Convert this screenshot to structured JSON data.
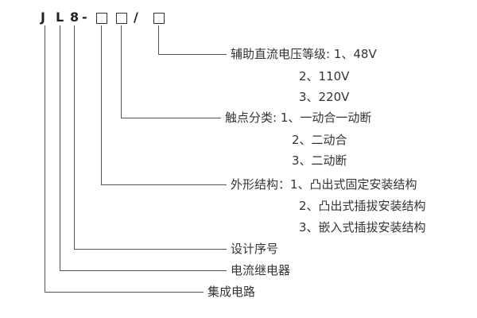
{
  "code": {
    "j": "J",
    "l": "L",
    "digit": "8",
    "dash": "-",
    "slash": "/"
  },
  "legend": {
    "aux_voltage": [
      "辅助直流电压等级: 1、48V",
      "2、110V",
      "3、220V"
    ],
    "contact_class": [
      "触点分类: 1、一动合一动断",
      "2、二动合",
      "3、二动断"
    ],
    "structure": [
      "外形结构：1、凸出式固定安装结构",
      "2、凸出式插拔安装结构",
      "3、嵌入式插拔安装结构"
    ],
    "design_serial": "设计序号",
    "relay_type": "电流继电器",
    "circuit": "集成电路"
  }
}
